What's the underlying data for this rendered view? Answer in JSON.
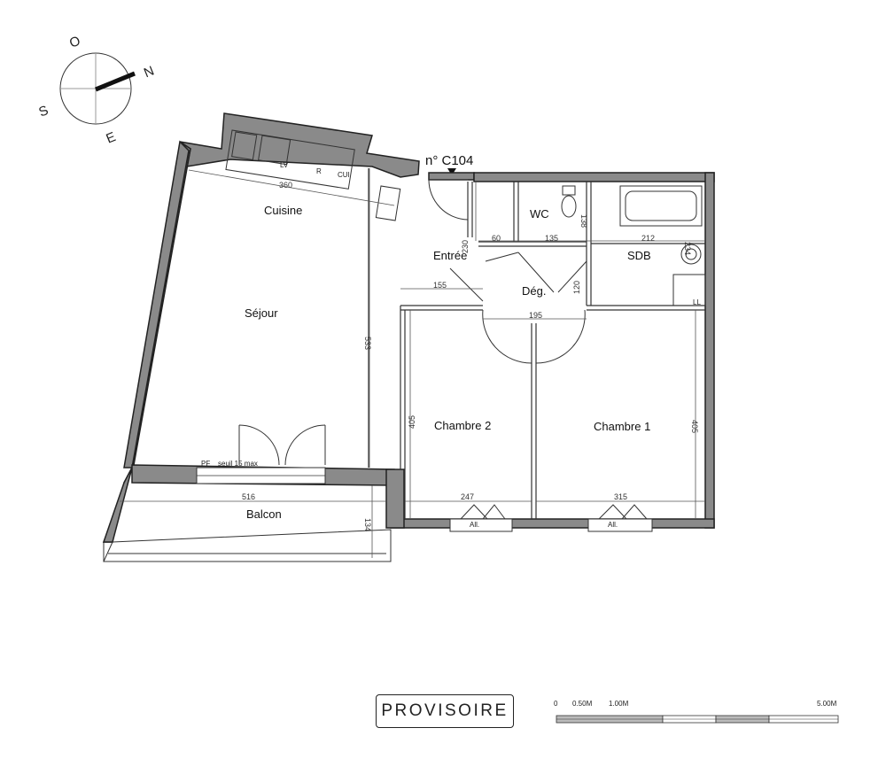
{
  "unit_label": "n° C104",
  "compass": {
    "north": "N",
    "south": "S",
    "east": "E",
    "west": "O"
  },
  "rooms": {
    "cuisine": "Cuisine",
    "sejour": "Séjour",
    "entree": "Entrée",
    "wc": "WC",
    "sdb": "SDB",
    "deg": "Dég.",
    "chambre2": "Chambre 2",
    "chambre1": "Chambre 1",
    "balcon": "Balcon"
  },
  "kitchen_labels": {
    "lv": "LV",
    "r": "R",
    "cui": "CUI"
  },
  "fixtures": {
    "ll": "LL",
    "pf": "PF",
    "seuil": "seuil 15 max",
    "all_1": "All.",
    "all_2": "All."
  },
  "dimensions": {
    "d360": "360",
    "d533": "533",
    "d230": "230",
    "d60": "60",
    "d135": "135",
    "d212": "212",
    "d138": "138",
    "d234": "234",
    "d155": "155",
    "d120": "120",
    "d195": "195",
    "d405_left": "405",
    "d405_right": "405",
    "d516": "516",
    "d134": "134",
    "d247": "247",
    "d315": "315"
  },
  "stamp": "PROVISOIRE",
  "scale": {
    "s0": "0",
    "s050": "0.50M",
    "s100": "1.00M",
    "s500": "5.00M"
  }
}
